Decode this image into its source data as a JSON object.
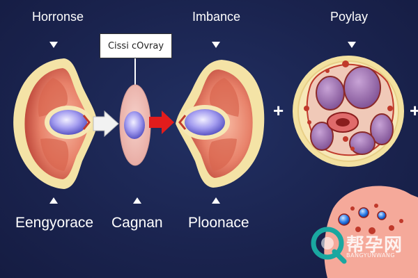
{
  "labels": {
    "top_left": "Horronse",
    "top_middle": "Imbance",
    "top_right": "Poylay",
    "callout": "Cissi cOvray",
    "bottom_left": "Eengyorace",
    "bottom_middle": "Cagnan",
    "bottom_right": "Ploonace"
  },
  "watermark": {
    "main": "帮孕网",
    "sub": "BANGYUNWANG"
  },
  "icons": {
    "plus": "+",
    "arrow_left": "white-arrow-icon",
    "arrow_right": "red-arrow-icon"
  },
  "colors": {
    "background": "#1b2450",
    "arrow_red": "#e21c1c",
    "tissue_red": "#c0392b",
    "cell_purple": "#8e6ab3",
    "egg_blue": "#7f79d6",
    "watermark_teal": "#1aa7a0"
  }
}
